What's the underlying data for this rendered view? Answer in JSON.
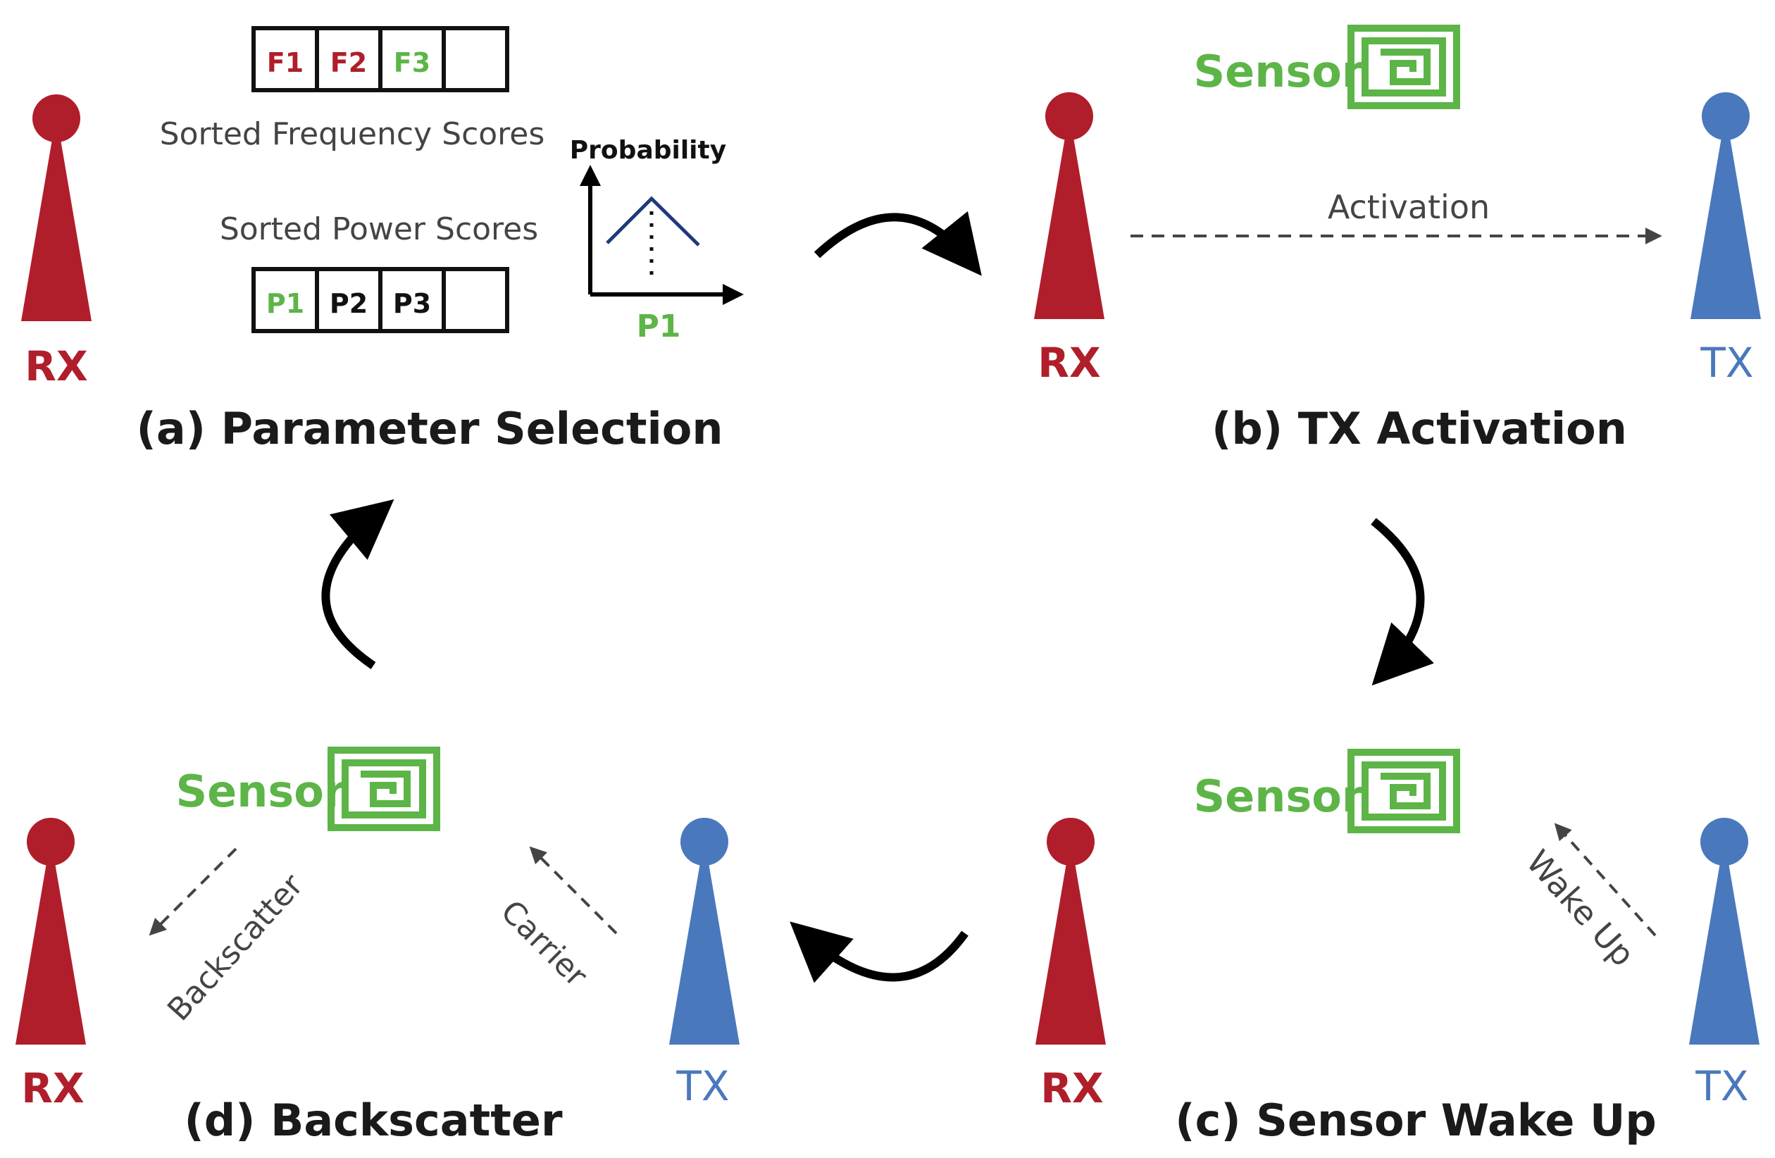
{
  "colors": {
    "rx": "#B01E2B",
    "tx": "#4A78BD",
    "sensor": "#5DB548",
    "text": "#1a1a1a",
    "gray": "#444444",
    "plot_line": "#1E3A7A"
  },
  "icons": {
    "rx": "antenna-icon",
    "tx": "antenna-icon",
    "sensor": "rfid-tag-icon",
    "cycle": "curved-arrow-icon"
  },
  "panels": {
    "a": {
      "caption": "(a) Parameter Selection",
      "rx_label": "RX",
      "freq_cells": [
        "F1",
        "F2",
        "F3",
        ""
      ],
      "freq_title": "Sorted Frequency Scores",
      "power_title": "Sorted Power Scores",
      "power_cells": [
        "P1",
        "P2",
        "P3",
        ""
      ],
      "plot_ylabel": "Probability",
      "plot_xlabel": "P1"
    },
    "b": {
      "caption": "(b) TX Activation",
      "rx_label": "RX",
      "tx_label": "TX",
      "sensor_label": "Sensor",
      "arrow_label": "Activation"
    },
    "c": {
      "caption": "(c)  Sensor Wake Up",
      "rx_label": "RX",
      "tx_label": "TX",
      "sensor_label": "Sensor",
      "arrow_label": "Wake Up"
    },
    "d": {
      "caption": "(d) Backscatter",
      "rx_label": "RX",
      "tx_label": "TX",
      "sensor_label": "Sensor",
      "backscatter_label": "Backscatter",
      "carrier_label": "Carrier"
    }
  }
}
